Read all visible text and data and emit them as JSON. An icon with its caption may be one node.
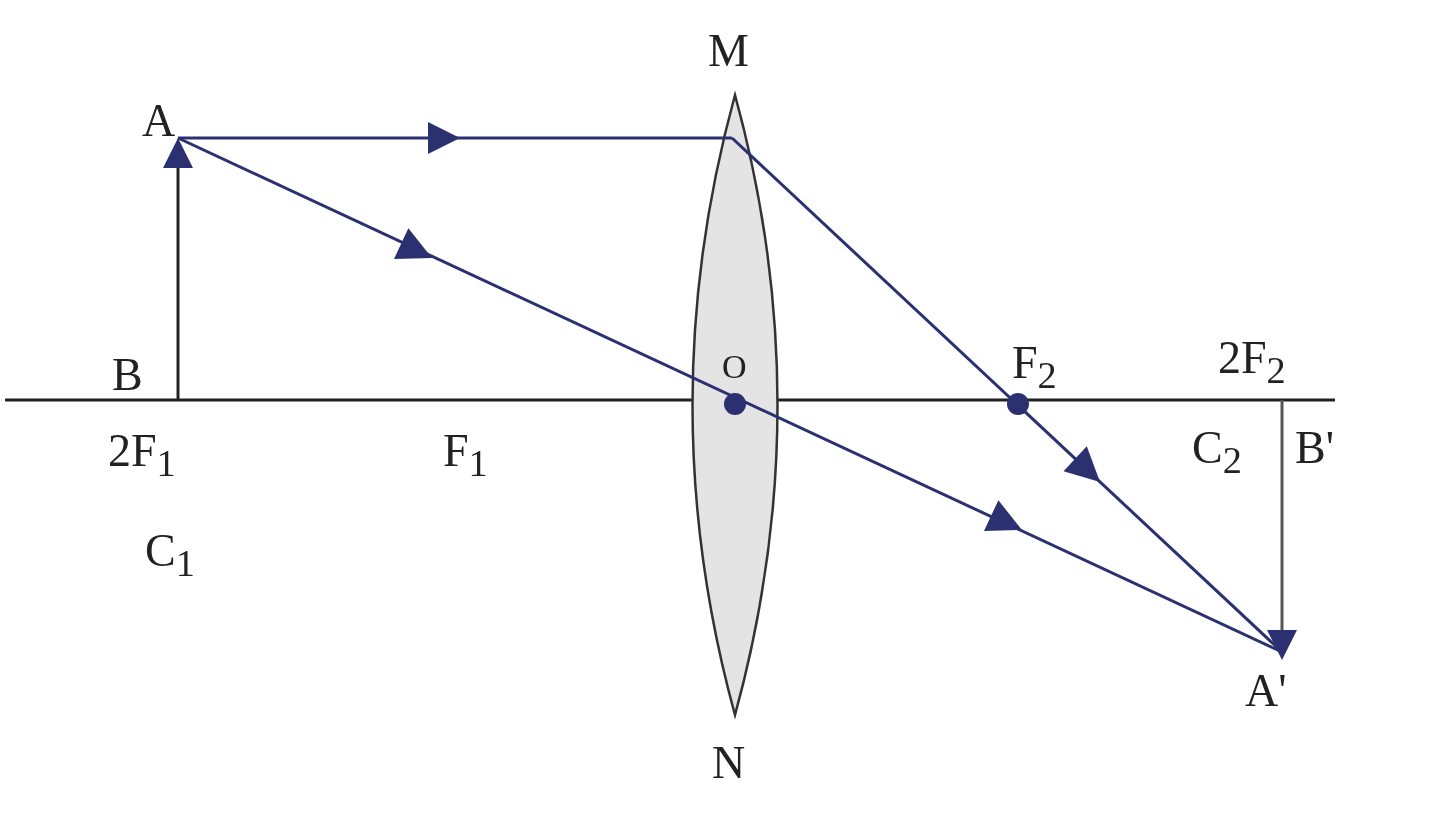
{
  "diagram": {
    "labels": [
      "M",
      "A",
      "B",
      "O",
      "F$_{2}$",
      "2F$_{2}$",
      "2F$_{1}$",
      "F$_{1}$",
      "C$_{2}$",
      "B'",
      "C$_{1}$",
      "A'",
      "N"
    ]
  }
}
